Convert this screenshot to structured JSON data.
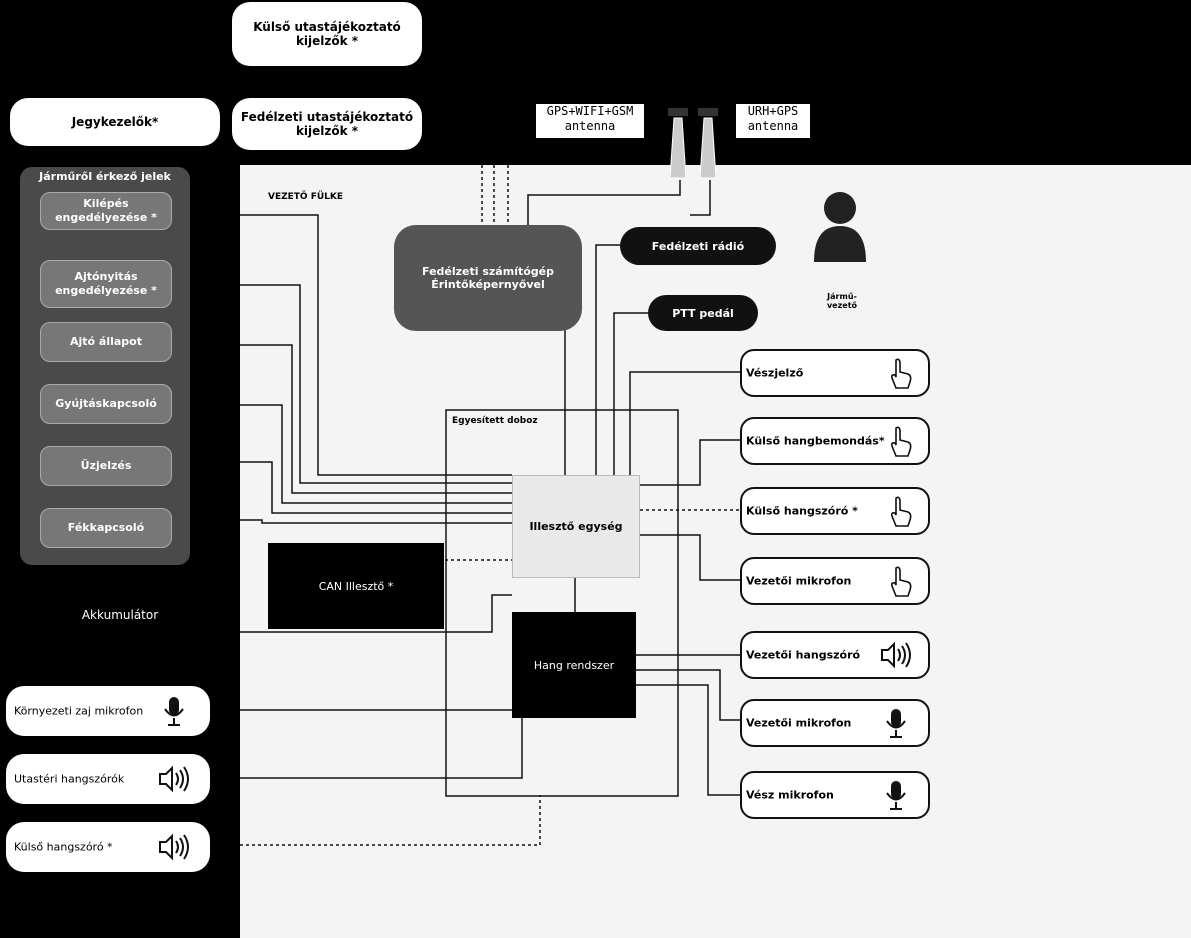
{
  "top": {
    "kulso_jelzok": "Külső utastájékoztató kijelzők *",
    "jegykezelok": "Jegykezelők*",
    "fedelzeti_jelzok": "Fedélzeti utastájékoztató kijelzők *",
    "antenna1_line1": "GPS+WIFI+GSM",
    "antenna1_line2": "antenna",
    "antenna2_line1": "URH+GPS",
    "antenna2_line2": "antenna"
  },
  "left_panel": {
    "title": "Járműről érkező jelek",
    "items": [
      "Kilépés engedélyezése *",
      "Ajtónyitás engedélyezése *",
      "Ajtó állapot",
      "Gyújtáskapcsoló",
      "Üzjelzés",
      "Fékkapcsoló"
    ]
  },
  "akkumulator": "Akkumulátor",
  "left_devices": [
    {
      "label": "Környezeti zaj mikrofon",
      "icon": "microphone-icon"
    },
    {
      "label": "Utastéri hangszórók",
      "icon": "speaker-icon"
    },
    {
      "label": "Külső hangszóró *",
      "icon": "speaker-icon"
    }
  ],
  "center": {
    "vezeto_fulke": "VEZETŐ FÜLKE",
    "fedelzeti_szamitogep": "Fedélzeti számítógép Érintőképernyővel",
    "fedelzeti_radio": "Fedélzeti rádió",
    "ptt_pedal": "PTT pedál",
    "driver_label": "Jármű-vezető",
    "egyesitett_doboz": "Egyesített doboz",
    "illeszto_egyseg": "Illesztő egység",
    "can_illeszto": "CAN Illesztő *",
    "hang_rendszer": "Hang rendszer"
  },
  "right_devices": [
    {
      "label": "Vészjelző",
      "icon": "touch-icon"
    },
    {
      "label": "Külső hangbemondás*",
      "icon": "touch-icon"
    },
    {
      "label": "Külső hangszóró *",
      "icon": "touch-icon"
    },
    {
      "label": "Vezetői mikrofon",
      "icon": "touch-icon"
    },
    {
      "label": "Vezetői hangszóró",
      "icon": "speaker-icon"
    },
    {
      "label": "Vezetői mikrofon",
      "icon": "microphone-icon"
    },
    {
      "label": "Vész mikrofon",
      "icon": "microphone-icon"
    }
  ]
}
